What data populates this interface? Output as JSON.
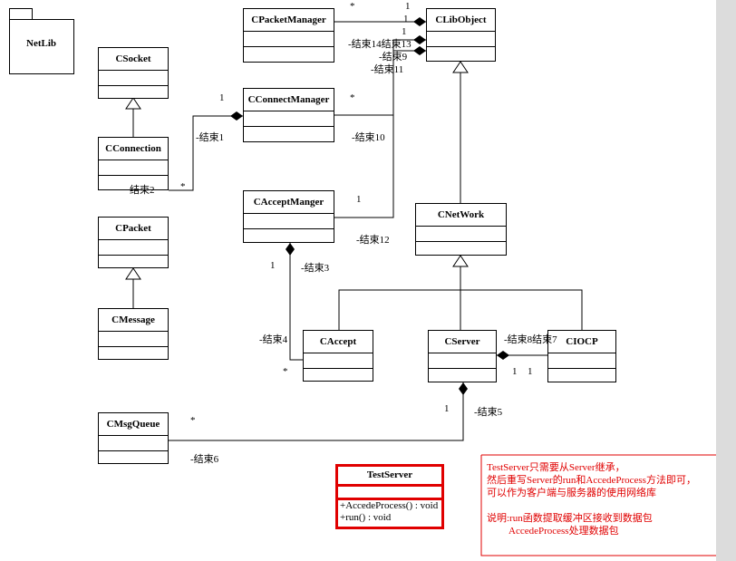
{
  "package": {
    "name": "NetLib"
  },
  "classes": {
    "csocket": "CSocket",
    "cconnection": "CConnection",
    "cpacket": "CPacket",
    "cmessage": "CMessage",
    "cmsgqueue": "CMsgQueue",
    "cpacketmanager": "CPacketManager",
    "cconnectmanager": "CConnectManager",
    "cacceptmanger": "CAcceptManger",
    "caccept": "CAccept",
    "clibobject": "CLibObject",
    "cnetwork": "CNetWork",
    "cserver": "CServer",
    "ciocp": "CIOCP"
  },
  "testserver": {
    "name": "TestServer",
    "operations": [
      "+AccedeProcess() : void",
      "+run() : void"
    ]
  },
  "labels": {
    "m_pm_star": "*",
    "m_lib_1a": "1",
    "m_lib_1b": "1",
    "m_lib_1c": "1",
    "end_14_13": "-结束14结束13",
    "end_9": "-结束9",
    "end_11": "-结束11",
    "m_cm_1": "1",
    "m_cm_star": "*",
    "end_1": "-结束1",
    "end_10": "-结束10",
    "end_2": "结束2",
    "m_conn_star": "*",
    "m_am_1": "1",
    "end_12": "-结束12",
    "m_am_1b": "1",
    "end_3": "-结束3",
    "end_4": "-结束4",
    "m_acc_star": "*",
    "end_8_7": "-结束8结束7",
    "m_srv_1a": "1",
    "m_srv_1b": "1",
    "m_srv_1c": "1",
    "end_5": "-结束5",
    "m_mq_star": "*",
    "end_6": "-结束6"
  },
  "note": {
    "lines": [
      "TestServer只需要从Server继承，",
      "然后重写Server的run和AccedeProcess方法即可，",
      "可以作为客户端与服务器的使用网络库",
      "说明:run函数提取缓冲区接收到数据包",
      "AccedeProcess处理数据包"
    ]
  },
  "colors": {
    "highlight": "#e00000",
    "side_panel": "#dcdcdc"
  }
}
